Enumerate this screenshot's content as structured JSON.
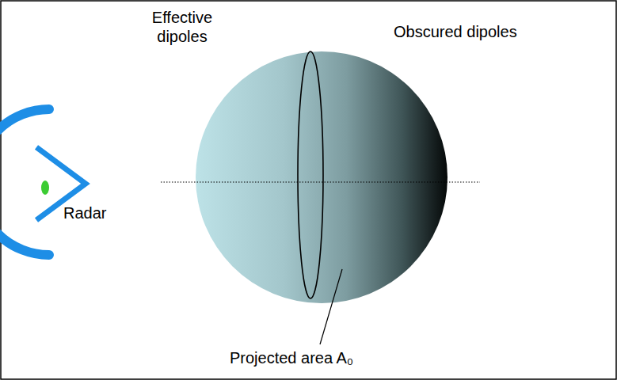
{
  "diagram": {
    "labels": [
      "Effective dipoles",
      "Obscured dipoles",
      "Radar",
      "Projected area A₀"
    ]
  }
}
